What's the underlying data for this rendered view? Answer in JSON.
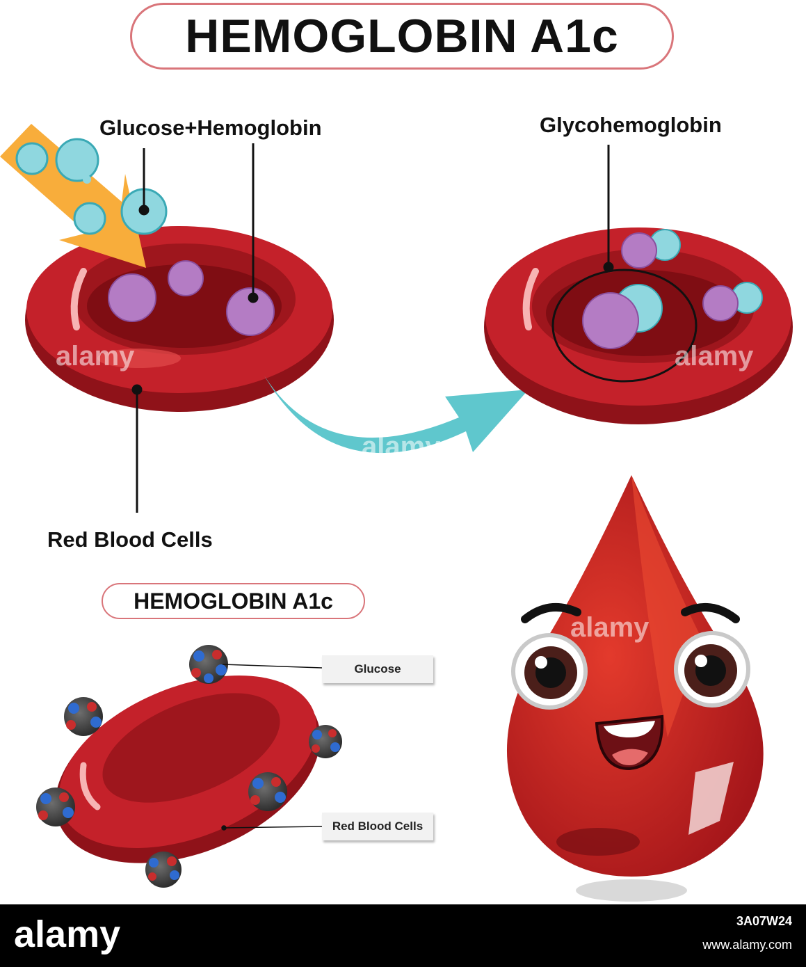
{
  "title": "HEMOGLOBIN A1c",
  "labels": {
    "glucose_hemoglobin": "Glucose+Hemoglobin",
    "glycohemoglobin": "Glycohemoglobin",
    "red_blood_cells": "Red Blood Cells"
  },
  "lower_panel": {
    "title": "HEMOGLOBIN A1c",
    "glucose_tag": "Glucose",
    "rbc_tag": "Red Blood Cells"
  },
  "watermark": "alamy",
  "footer": {
    "logo": "alamy",
    "image_id": "3A07W24",
    "url": "www.alamy.com"
  },
  "colors": {
    "cell_red": "#c21f25",
    "cell_dark": "#8f1219",
    "glucose_blue": "#8fd7df",
    "hemoglobin_purple": "#b47cc4",
    "arrow_teal": "#5fc7cd",
    "arrow_orange": "#f8ad3b",
    "pill_border": "#d9757a"
  },
  "icons": [
    "red-blood-cell",
    "glucose-molecule",
    "hemoglobin-molecule",
    "blood-drop-mascot",
    "curved-arrow"
  ]
}
